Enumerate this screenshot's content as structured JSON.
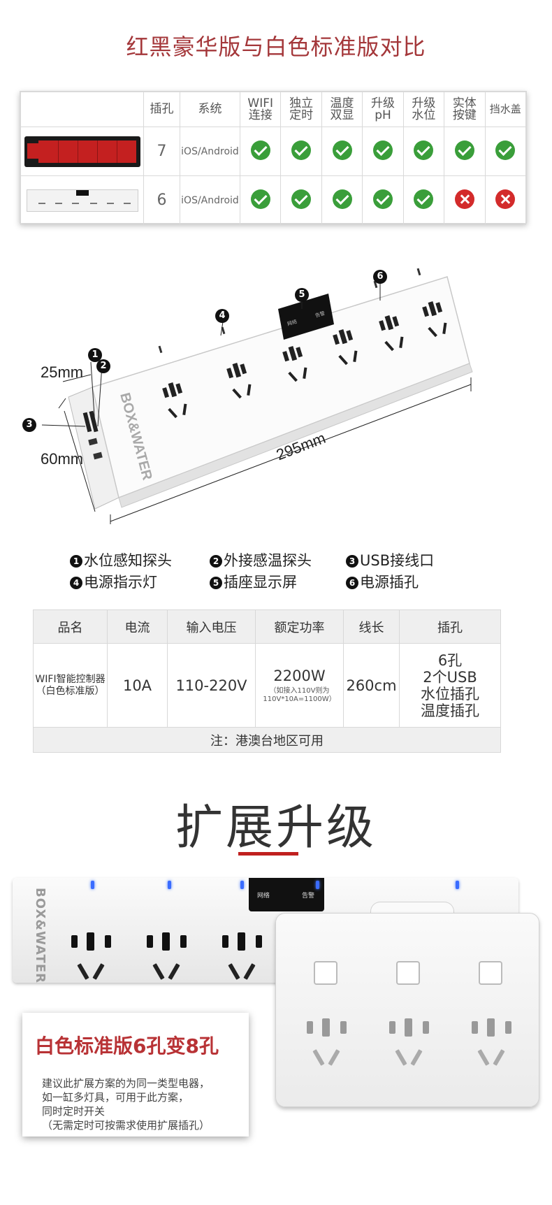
{
  "section1": {
    "title": "红黑豪华版与白色标准版对比"
  },
  "compare": {
    "headers": [
      "插孔",
      "系统",
      "WIFI连接",
      "独立定时",
      "温度双显",
      "升级pH",
      "升级水位",
      "实体按键",
      "挡水盖"
    ],
    "headers_lines": [
      [
        "插孔"
      ],
      [
        "系统"
      ],
      [
        "WIFI",
        "连接"
      ],
      [
        "独立",
        "定时"
      ],
      [
        "温度",
        "双显"
      ],
      [
        "升级",
        "pH"
      ],
      [
        "升级",
        "水位"
      ],
      [
        "实体",
        "按键"
      ],
      [
        "挡水盖"
      ]
    ],
    "rows": [
      {
        "product": "red-black-deluxe",
        "holes": "7",
        "system": "iOS/Android",
        "features": [
          true,
          true,
          true,
          true,
          true,
          true,
          true
        ]
      },
      {
        "product": "white-standard",
        "holes": "6",
        "system": "iOS/Android",
        "features": [
          true,
          true,
          true,
          true,
          true,
          false,
          false
        ]
      }
    ],
    "colors": {
      "yes": "#3a9e3a",
      "no": "#d32b2b"
    }
  },
  "diagram": {
    "dim_width": "25mm",
    "dim_height": "60mm",
    "dim_length": "295mm",
    "brand": "BOX&WATER",
    "display_left": "网络",
    "display_right": "告警",
    "markers": [
      "1",
      "2",
      "3",
      "4",
      "5",
      "6"
    ]
  },
  "legend": [
    {
      "n": "1",
      "label": "水位感知探头"
    },
    {
      "n": "2",
      "label": "外接感温探头"
    },
    {
      "n": "3",
      "label": "USB接线口"
    },
    {
      "n": "4",
      "label": "电源指示灯"
    },
    {
      "n": "5",
      "label": "插座显示屏"
    },
    {
      "n": "6",
      "label": "电源插孔"
    }
  ],
  "spec": {
    "headers": [
      "品名",
      "电流",
      "输入电压",
      "额定功率",
      "线长",
      "插孔"
    ],
    "name_line1": "WIFI智能控制器",
    "name_line2": "（白色标准版）",
    "current": "10A",
    "voltage": "110-220V",
    "power": "2200W",
    "power_note1": "（如接入110V则为",
    "power_note2": "110V*10A=1100W）",
    "cable": "260cm",
    "holes": [
      "6孔",
      "2个USB",
      "水位插孔",
      "温度插孔"
    ],
    "note": "注：港澳台地区可用"
  },
  "upgrade": {
    "title": "扩展升级",
    "brand": "BOX&WATER",
    "display_left": "网络",
    "display_right": "告警",
    "card_title": "白色标准版6孔变8孔",
    "card_lines": [
      "建议此扩展方案的为同一类型电器，",
      "如一缸多灯具，可用于此方案，",
      "同时定时开关",
      "（无需定时可按需求使用扩展插孔）"
    ],
    "accent": "#b83235"
  }
}
